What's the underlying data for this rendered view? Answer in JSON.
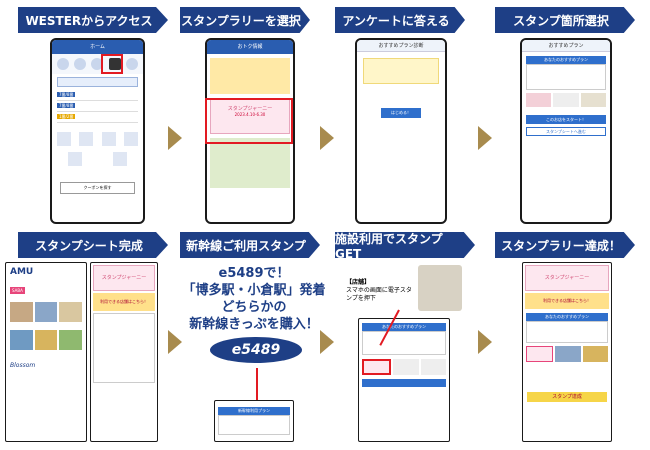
{
  "banners": [
    "WESTERからアクセス",
    "スタンプラリーを選択",
    "アンケートに答える",
    "スタンプ箇所選択",
    "スタンプシート完成",
    "新幹線ご利用スタンプ",
    "施設利用でスタンプGET",
    "スタンプラリー達成！"
  ],
  "e5489_text": {
    "line1": "e5489で！",
    "line2": "「博多駅・小倉駅」発着",
    "line3": "どちらかの",
    "line4": "新幹線きっぷを購入！"
  },
  "e5489_logo": "e5489",
  "shop_label": "【店舗】",
  "shop_desc": "スマホの画面に電子スタンプを押下",
  "p1": {
    "title": "ホーム",
    "list": [
      "7番/8番",
      "7番/8番",
      "1番/2番"
    ],
    "button": "クーポンを探す"
  },
  "p2": {
    "title": "おトク情報",
    "event": "スタンプジャーニー",
    "date": "2023.4.10-6.30"
  },
  "p3": {
    "title": "おすすめプラン診断",
    "answer_button": "はじめる！"
  },
  "p4": {
    "title": "おすすめプラン",
    "plan_label": "あなたのおすすめプラン",
    "btn1": "このお店をスタート！",
    "btn2": "スタンプシートへ進む"
  },
  "p5": {
    "brand1": "AMU",
    "brand2": "SABA",
    "brand3": "Blossom",
    "event": "スタンプジャーニー",
    "promo": "利用できる店舗はこちら！"
  },
  "p6": {
    "plan_label": "新幹線利用プラン"
  },
  "p7": {
    "plan_label": "あなたのおすすめプラン"
  },
  "p8": {
    "event": "スタンプジャーニー",
    "promo": "利用できる店舗はこちら！",
    "plan_label": "あなたのおすすめプラン",
    "complete": "スタンプ達成"
  }
}
